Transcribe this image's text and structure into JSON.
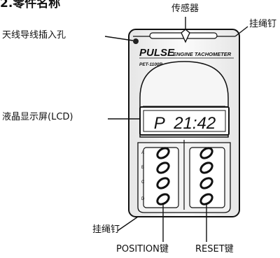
{
  "section_title": "2.零件名称",
  "labels": {
    "sensor": "传感器",
    "lanyard_peg_top": "挂绳钉",
    "antenna_hole": "天线导线插入孔",
    "lcd": "液晶显示屏(LCD)",
    "lanyard_peg_bottom": "挂绳钉",
    "position_key": "POSITION键",
    "reset_key": "RESET键"
  },
  "device": {
    "brand": "PULSE",
    "product_name": "ENGINE TACHOMETER",
    "model": "PET-1100R",
    "lcd_text": "P  21:42",
    "position_marks": [
      "A",
      "B",
      "C",
      "D"
    ]
  }
}
